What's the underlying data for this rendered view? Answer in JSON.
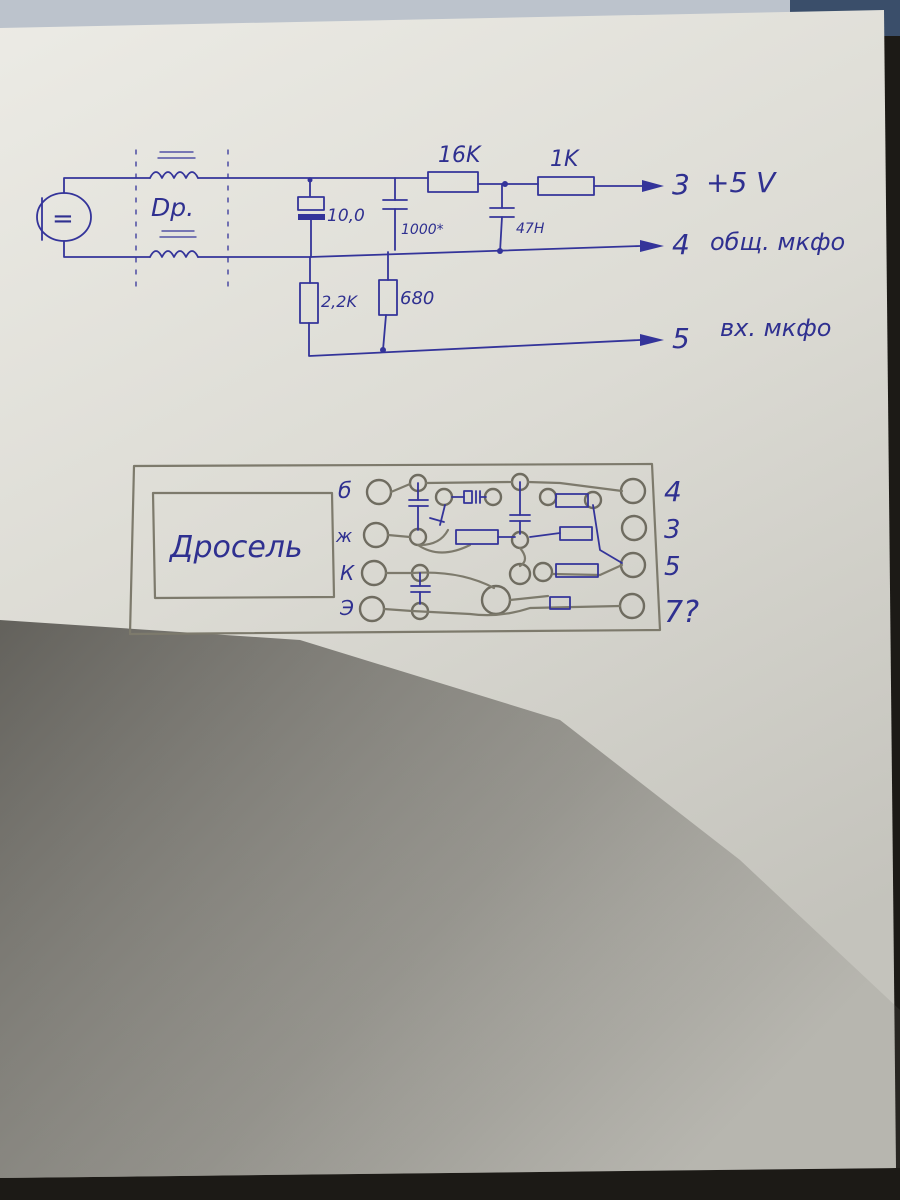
{
  "schematic": {
    "choke_label": "Dp.",
    "battery_symbol": "=",
    "electrolytic_cap": "10,0",
    "cap_1000": "1000*",
    "resistor_16k": "16K",
    "resistor_1k": "1K",
    "cap_47n": "47H",
    "resistor_2k2": "2,2K",
    "resistor_680": "680",
    "output_3_num": "3",
    "output_3_text": "+5 V",
    "output_4_num": "4",
    "output_4_text": "общ. мкфо",
    "output_5_num": "5",
    "output_5_text": "вх. мкфо"
  },
  "board": {
    "block_label": "Дросель",
    "left_pins": [
      "б",
      "ж",
      "К",
      "Э"
    ],
    "right_pins": [
      "4",
      "3",
      "5",
      "7?"
    ]
  }
}
